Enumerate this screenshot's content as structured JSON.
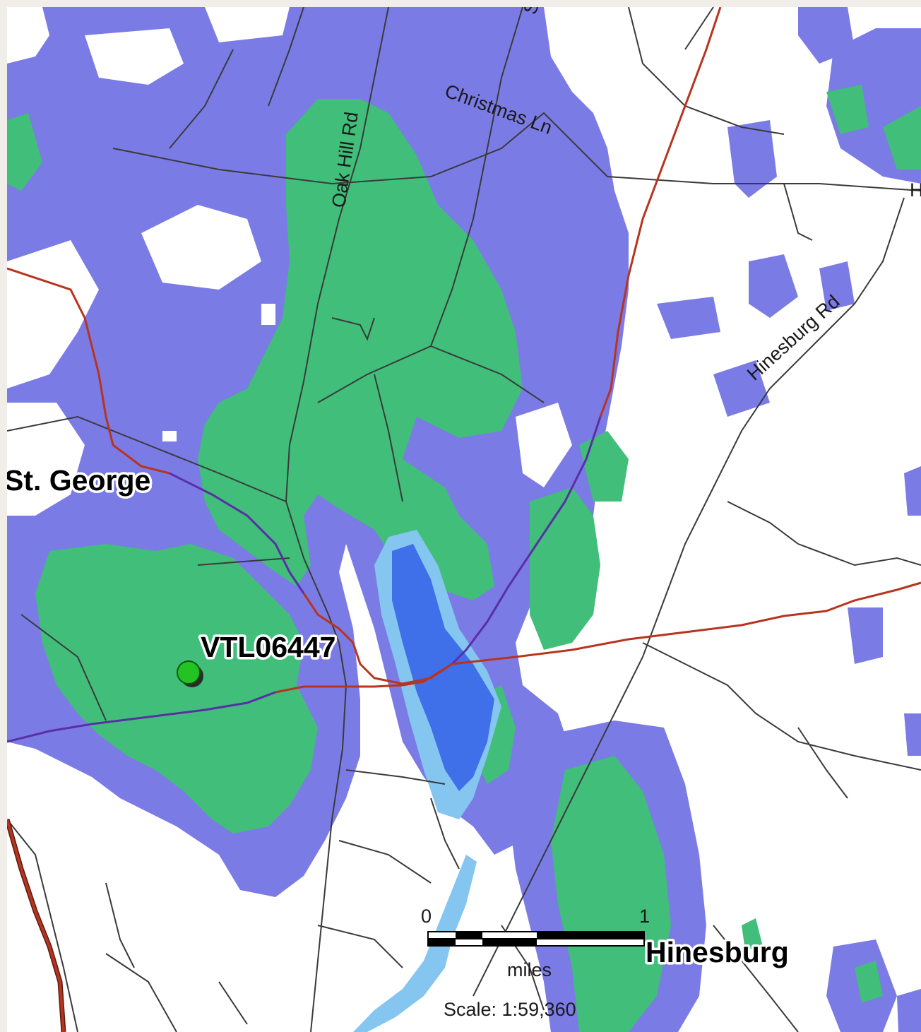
{
  "map": {
    "places": {
      "st_george": "St. George",
      "hinesburg": "Hinesburg"
    },
    "site": {
      "label": "VTL06447",
      "marker_color": "#22c322"
    },
    "roads": {
      "oak_hill": "Oak Hill Rd",
      "christmas": "Christmas Ln",
      "hinesburg": "Hinesburg Rd",
      "top_fragment": "S",
      "right_fragment": "H"
    },
    "scale": {
      "start_tick": "0",
      "end_tick": "1",
      "unit": "miles",
      "ratio_text": "Scale: 1:59,360"
    },
    "colors": {
      "background": "#ffffff",
      "frame": "#f1eee9",
      "periwinkle": "#7b7be6",
      "green": "#40be7a",
      "blue": "#3f70ea",
      "lightblue": "#85c6f0",
      "highway": "#b7341e",
      "highway_purple": "#5a2ea6",
      "road": "#3a3a3a"
    }
  }
}
